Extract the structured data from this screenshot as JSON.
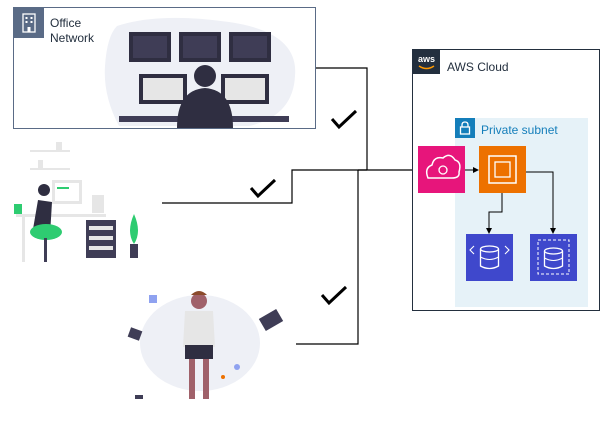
{
  "office": {
    "title": "Office Network"
  },
  "aws": {
    "title": "AWS Cloud",
    "logo_text": "aws"
  },
  "subnet": {
    "label": "Private subnet"
  },
  "colors": {
    "office_border": "#5a6b86",
    "aws_dark": "#232f3e",
    "subnet_bg": "#e6f2f8",
    "subnet_blue": "#147eba",
    "pink_service": "#e7157b",
    "orange_compute": "#ed7100",
    "db_blue": "#3f48cc"
  },
  "icons": {
    "office": "building-icon",
    "aws": "aws-logo-icon",
    "lock": "lock-icon",
    "service": "cloud-gear-icon",
    "compute": "ec2-chip-icon",
    "db1": "rds-database-icon",
    "db2": "aurora-database-icon"
  }
}
